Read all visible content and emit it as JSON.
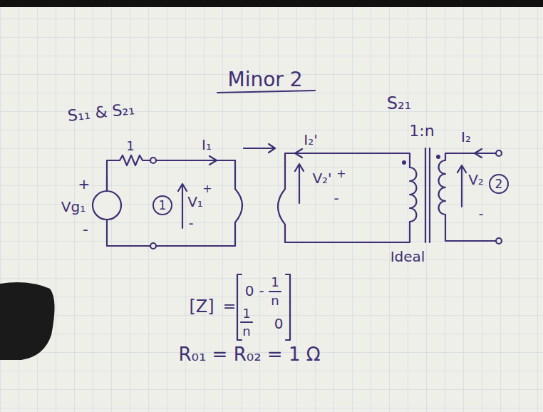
{
  "diagram": {
    "title": "Minor 2",
    "nodes": [
      {
        "text": [
          "1"
        ]
      },
      {
        "text": [
          "2"
        ]
      }
    ],
    "labels": [
      "S₁₁ & S₂₁",
      "S₂₁",
      "1",
      "+",
      "Vg₁",
      "-",
      "I₁",
      "V₁",
      "+",
      "-",
      "I₂'",
      "V₂'",
      "+",
      "-",
      "1:n",
      "I₂",
      "V₂",
      "-",
      "Ideal",
      "[Z]",
      "=",
      "0",
      "-",
      "1",
      "n",
      "1",
      "n",
      "0",
      "R₀₁ = R₀₂ = 1 Ω"
    ]
  }
}
